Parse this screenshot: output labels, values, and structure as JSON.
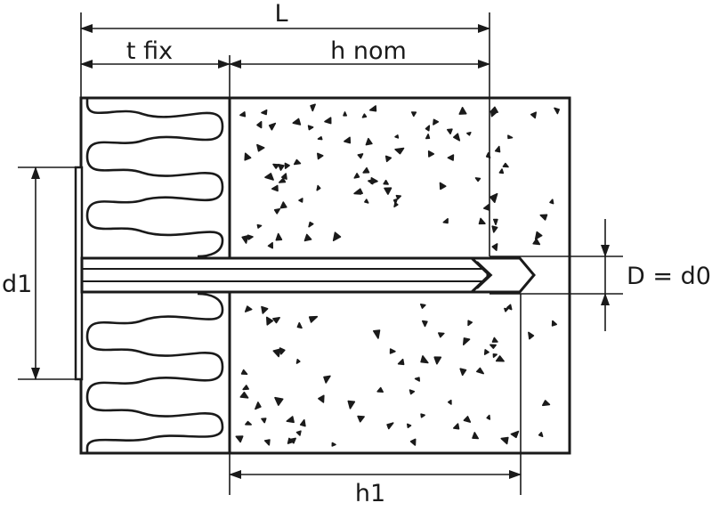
{
  "labels": {
    "L": "L",
    "t_fix": "t fix",
    "h_nom": "h nom",
    "d1": "d1",
    "D_d0": "D = d0",
    "h1": "h1"
  }
}
